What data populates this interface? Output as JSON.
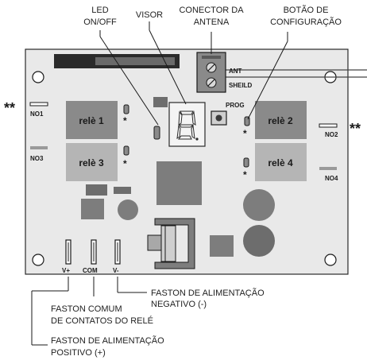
{
  "callouts": {
    "led": [
      "LED",
      "ON/OFF"
    ],
    "visor": "VISOR",
    "antenna_connector": [
      "CONECTOR DA",
      "ANTENA"
    ],
    "config_button": [
      "BOTÃO DE",
      "CONFIGURAÇÃO"
    ],
    "faston_negative": [
      "FASTON DE ALIMENTAÇÃO",
      "NEGATIVO (-)"
    ],
    "faston_common": [
      "FASTON COMUM",
      "DE CONTATOS DO RELÉ"
    ],
    "faston_positive": [
      "FASTON DE ALIMENTAÇÃO",
      "POSITIVO (+)"
    ]
  },
  "board_labels": {
    "ant": "ANT",
    "sheild": "SHEILD",
    "prog": "PROG",
    "no1": "NO1",
    "no2": "NO2",
    "no3": "NO3",
    "no4": "NO4",
    "v_plus": "V+",
    "com": "COM",
    "v_minus": "V-"
  },
  "relays": {
    "relay1": "relè 1",
    "relay2": "relè 2",
    "relay3": "relè 3",
    "relay4": "relè 4"
  },
  "markers": {
    "asterisk": "*",
    "double_asterisk": "**"
  },
  "colors": {
    "board": "#e9e9e9",
    "relay_dark": "#8a8a8a",
    "relay_light": "#b5b5b5",
    "component": "#7d7d7d",
    "outline": "#1a1a1a"
  }
}
